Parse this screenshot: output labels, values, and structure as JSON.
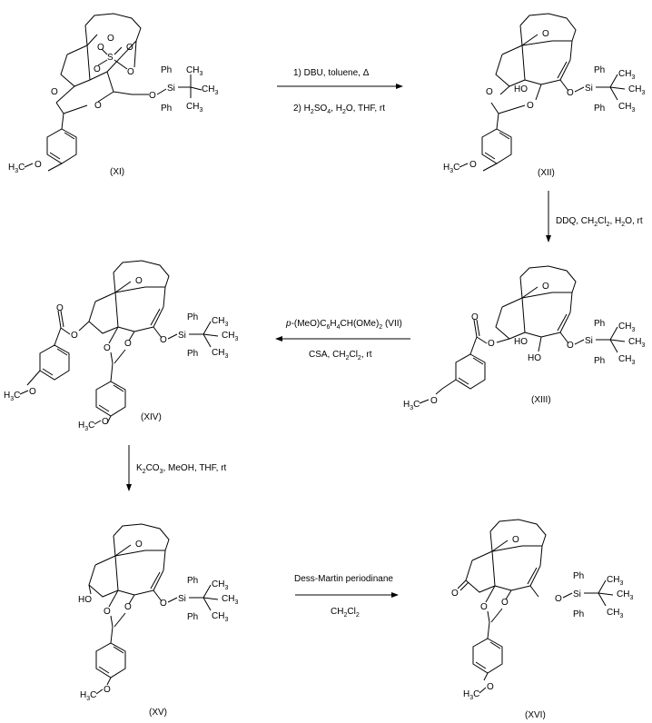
{
  "compounds": {
    "xi": {
      "label": "(XI)"
    },
    "xii": {
      "label": "(XII)"
    },
    "xiii": {
      "label": "(XIII)"
    },
    "xiv": {
      "label": "(XIV)"
    },
    "xv": {
      "label": "(XV)"
    },
    "xvi": {
      "label": "(XVI)"
    }
  },
  "steps": {
    "s1": {
      "line1": "1) DBU, toluene, Δ",
      "line2_a": "2) H",
      "line2_sub1": "2",
      "line2_b": "SO",
      "line2_sub2": "4",
      "line2_c": ", H",
      "line2_sub3": "2",
      "line2_d": "O, THF, rt"
    },
    "s2": {
      "a": "DDQ, CH",
      "sub1": "2",
      "b": "Cl",
      "sub2": "2",
      "c": ", H",
      "sub3": "2",
      "d": "O, rt"
    },
    "s3": {
      "line1_it": "p",
      "line1_a": "-(MeO)C",
      "line1_sub1": "6",
      "line1_b": "H",
      "line1_sub2": "4",
      "line1_c": "CH(OMe)",
      "line1_sub3": "2",
      "line1_d": "  (VII)",
      "line2_a": "CSA, CH",
      "line2_sub1": "2",
      "line2_b": "Cl",
      "line2_sub2": "2",
      "line2_c": ", rt"
    },
    "s4": {
      "a": "K",
      "sub1": "2",
      "b": "CO",
      "sub2": "3",
      "c": ", MeO",
      "d": "H, THF, rt"
    },
    "s5": {
      "line1": "Dess-Martin periodinane",
      "line2_a": "CH",
      "line2_sub1": "2",
      "line2_b": "Cl",
      "line2_sub2": "2"
    }
  },
  "atoms": {
    "O": "O",
    "S": "S",
    "Si": "Si",
    "Ph": "Ph",
    "CH": "CH",
    "three": "3",
    "H": "H",
    "C": "C",
    "HO": "HO",
    "methoxy_H": "H",
    "methoxy_C": "C",
    "methoxy_3": "3"
  }
}
